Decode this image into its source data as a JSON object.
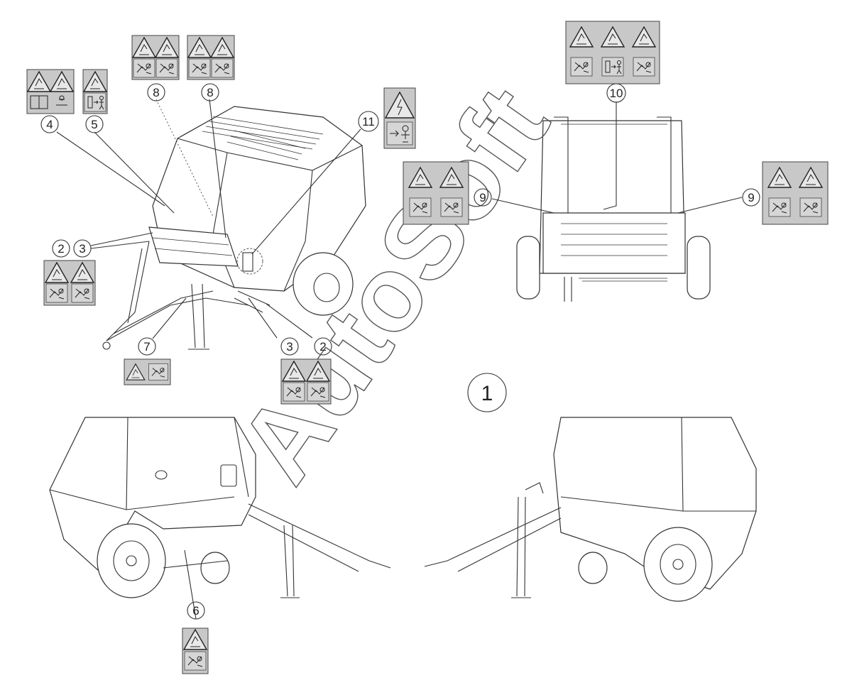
{
  "callouts": {
    "n1": "1",
    "n2a": "2",
    "n3a": "3",
    "n2b": "2",
    "n3b": "3",
    "n4": "4",
    "n5": "5",
    "n6": "6",
    "n7": "7",
    "n8a": "8",
    "n8b": "8",
    "n9a": "9",
    "n9b": "9",
    "n10": "10",
    "n11": "11"
  },
  "watermark": "AutoSoft",
  "sticker_icons": [
    "warning-triangle-icon",
    "manual-book-icon",
    "distance-person-icon",
    "entanglement-hazard-icon",
    "electric-hazard-icon",
    "crush-hazard-icon"
  ]
}
